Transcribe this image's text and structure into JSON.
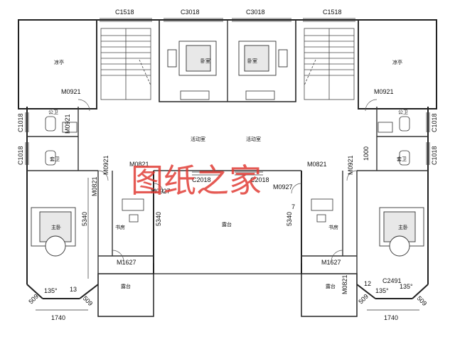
{
  "watermark": "图纸之家",
  "window_labels": {
    "top_left_stair": "C1518",
    "top_center_left": "C3018",
    "top_center_right": "C3018",
    "top_right_stair": "C1518",
    "left_upper": "C1018",
    "left_lower": "C1018",
    "right_upper": "C1018",
    "right_lower": "C1018",
    "center_left_bath": "C2018",
    "center_right_bath": "C2018",
    "bottom_right": "C2491"
  },
  "door_labels": {
    "left_pavilion": "M0921",
    "right_pavilion": "M0921",
    "left_wc": "M0921",
    "left_bath": "M0921",
    "right_bath": "M0921",
    "left_inner_1": "M0821",
    "right_inner_1": "M0821",
    "left_inner_2": "M0821",
    "left_center": "M0927",
    "right_center": "M0927",
    "left_study": "M1627",
    "right_study": "M1627",
    "bottom_right_wall": "M0821"
  },
  "rooms": {
    "pavilion_left": "凉亭",
    "pavilion_right": "凉亭",
    "bedroom_left": "卧室",
    "bedroom_right": "卧室",
    "activity_left": "活动室",
    "activity_right": "活动室",
    "wc_left": "公卫",
    "wc_right": "公卫",
    "bath_left": "套卫",
    "bath_right": "套卫",
    "master_left": "主卧",
    "master_right": "主卧",
    "study_left": "书房",
    "study_right": "书房",
    "terrace_center": "露台",
    "terrace_left": "露台",
    "terrace_right": "露台"
  },
  "dimensions": {
    "left_height": "5340",
    "center_left_height": "5340",
    "center_right_height": "5340",
    "bottom_left_width": "1740",
    "bottom_right_width": "1740",
    "corner_1": "509",
    "corner_2": "509",
    "corner_3": "509",
    "corner_4": "509",
    "angle_1": "135°",
    "angle_2": "135°",
    "angle_3": "135°",
    "small_13": "13",
    "small_12": "12",
    "small_1000": "1000",
    "mark_7": "7"
  }
}
